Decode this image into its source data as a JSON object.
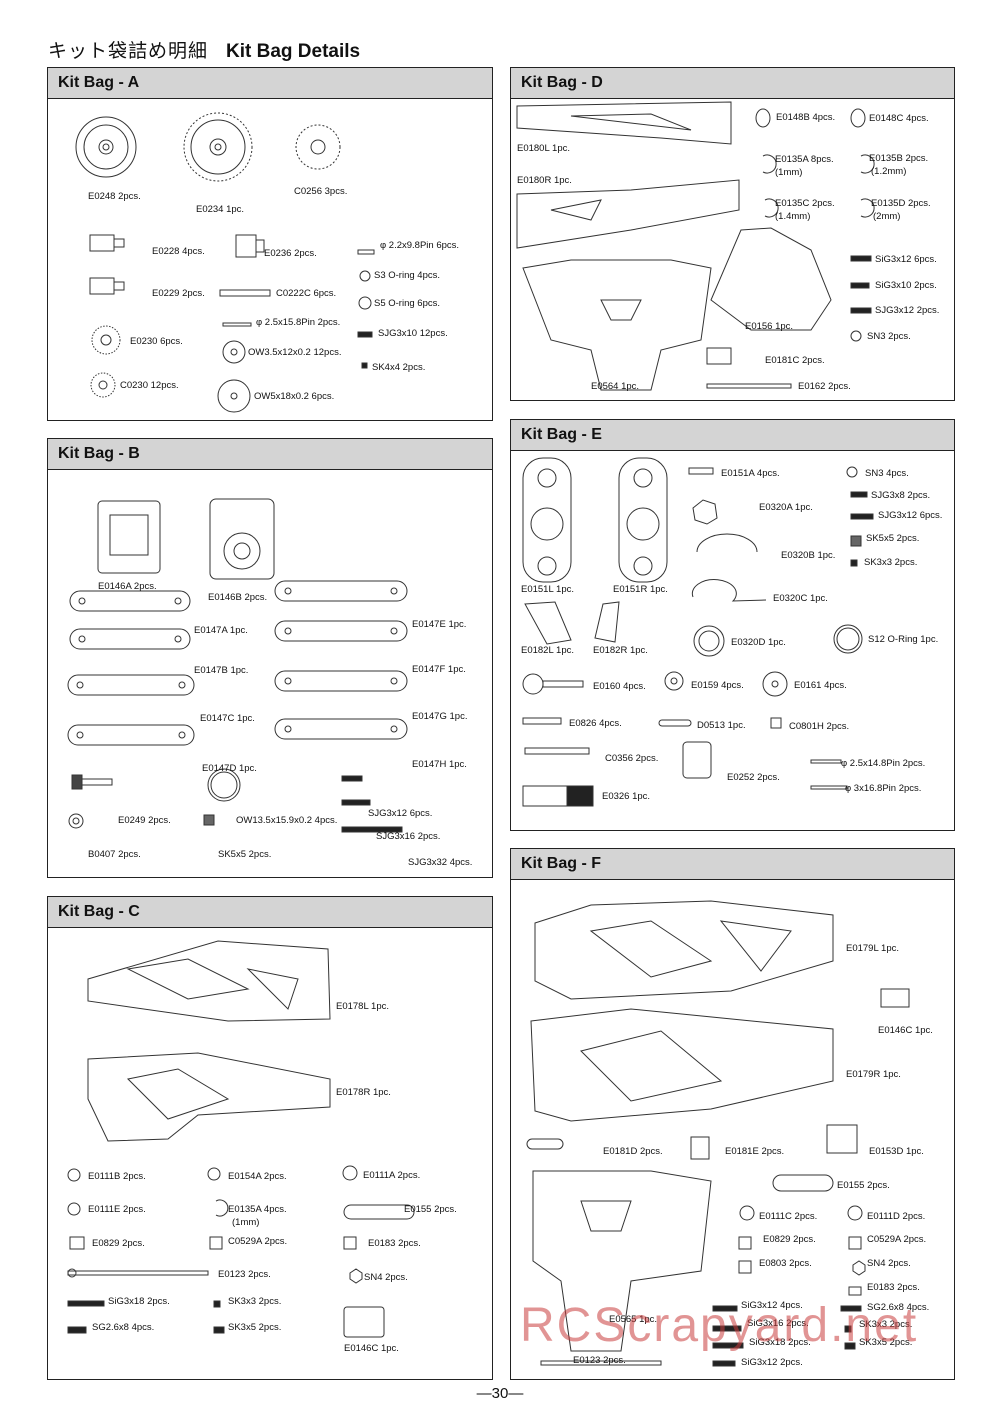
{
  "header": {
    "jp": "キット袋詰め明細",
    "en": "Kit Bag Details"
  },
  "panels": {
    "a": {
      "title": "Kit Bag - A",
      "items": [
        "E0248  2pcs.",
        "E0234  1pc.",
        "C0256  3pcs.",
        "E0228  4pcs.",
        "E0236  2pcs.",
        "E0229  2pcs.",
        "C0222C  6pcs.",
        "E0230  6pcs.",
        "C0230  12pcs.",
        "φ 2.2x9.8Pin  6pcs.",
        "S3 O-ring  4pcs.",
        "S5 O-ring  6pcs.",
        "φ 2.5x15.8Pin  2pcs.",
        "SJG3x10  12pcs.",
        "OW3.5x12x0.2  12pcs.",
        "SK4x4  2pcs.",
        "OW5x18x0.2  6pcs."
      ]
    },
    "b": {
      "title": "Kit Bag - B",
      "items": [
        "E0146A  2pcs.",
        "E0146B  2pcs.",
        "E0147A  1pc.",
        "E0147E  1pc.",
        "E0147B  1pc.",
        "E0147F  1pc.",
        "E0147C  1pc.",
        "E0147G  1pc.",
        "E0147D  1pc.",
        "E0147H  1pc.",
        "E0249  2pcs.",
        "OW13.5x15.9x0.2  4pcs.",
        "SJG3x12  6pcs.",
        "SJG3x16  2pcs.",
        "B0407  2pcs.",
        "SK5x5  2pcs.",
        "SJG3x32  4pcs."
      ]
    },
    "c": {
      "title": "Kit Bag - C",
      "items": [
        "E0178L  1pc.",
        "E0178R  1pc.",
        "E0111B  2pcs.",
        "E0154A  2pcs.",
        "E0111A  2pcs.",
        "E0111E  2pcs.",
        "E0135A  4pcs.",
        "(1mm)",
        "E0155  2pcs.",
        "E0829  2pcs.",
        "C0529A  2pcs.",
        "E0183  2pcs.",
        "E0123  2pcs.",
        "SN4  2pcs.",
        "SiG3x18  2pcs.",
        "SK3x3  2pcs.",
        "SG2.6x8  4pcs.",
        "SK3x5  2pcs.",
        "E0146C  1pc."
      ]
    },
    "d": {
      "title": "Kit Bag - D",
      "items": [
        "E0180L  1pc.",
        "E0180R  1pc.",
        "E0148B  4pcs.",
        "E0148C  4pcs.",
        "E0135A  8pcs.",
        "(1mm)",
        "E0135B  2pcs.",
        "(1.2mm)",
        "E0135C  2pcs.",
        "(1.4mm)",
        "E0135D  2pcs.",
        "(2mm)",
        "SiG3x12  6pcs.",
        "SiG3x10  2pcs.",
        "SJG3x12  2pcs.",
        "SN3  2pcs.",
        "E0156  1pc.",
        "E0181C  2pcs.",
        "E0564  1pc.",
        "E0162  2pcs."
      ]
    },
    "e": {
      "title": "Kit Bag - E",
      "items": [
        "E0151A  4pcs.",
        "SN3  4pcs.",
        "SJG3x8  2pcs.",
        "E0320A  1pc.",
        "SJG3x12  6pcs.",
        "SK5x5  2pcs.",
        "E0320B  1pc.",
        "SK3x3  2pcs.",
        "E0151L  1pc.",
        "E0151R 1pc.",
        "E0320C  1pc.",
        "E0182L  1pc.",
        "E0182R  1pc.",
        "E0320D  1pc.",
        "S12 O-Ring  1pc.",
        "E0160  4pcs.",
        "E0159  4pcs.",
        "E0161  4pcs.",
        "E0826  4pcs.",
        "D0513  1pc.",
        "C0801H  2pcs.",
        "C0356  2pcs.",
        "E0252  2pcs.",
        "φ 2.5x14.8Pin  2pcs.",
        "E0326  1pc.",
        "φ 3x16.8Pin  2pcs."
      ]
    },
    "f": {
      "title": "Kit Bag - F",
      "items": [
        "E0179L  1pc.",
        "E0146C  1pc.",
        "E0179R  1pc.",
        "E0181D  2pcs.",
        "E0181E  2pcs.",
        "E0153D  1pc.",
        "E0155  2pcs.",
        "E0111C  2pcs.",
        "E0111D  2pcs.",
        "E0829  2pcs.",
        "C0529A  2pcs.",
        "E0803  2pcs.",
        "SN4  2pcs.",
        "E0183  2pcs.",
        "SiG3x12  4pcs.",
        "SG2.6x8  4pcs.",
        "E0565  1pc.",
        "SiG3x16  2pcs.",
        "SK3x3  2pcs.",
        "SiG3x18  2pcs.",
        "SK3x5  2pcs.",
        "E0123  2pcs.",
        "SiG3x12  2pcs."
      ]
    }
  },
  "footer": {
    "page": "—30—"
  },
  "watermark": "RCScrapyard.net"
}
